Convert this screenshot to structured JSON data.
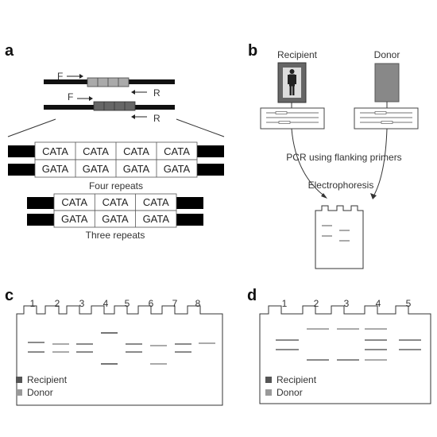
{
  "panel_a": {
    "letter": "a",
    "primer_forward": "F",
    "primer_reverse": "R",
    "top_strand_units": [
      "CATA",
      "CATA",
      "CATA",
      "CATA"
    ],
    "bottom_strand_units": [
      "GATA",
      "GATA",
      "GATA",
      "GATA"
    ],
    "four_label": "Four repeats",
    "three_top_units": [
      "CATA",
      "CATA",
      "CATA"
    ],
    "three_bottom_units": [
      "GATA",
      "GATA",
      "GATA"
    ],
    "three_label": "Three repeats"
  },
  "panel_b": {
    "letter": "b",
    "recipient_label": "Recipient",
    "donor_label": "Donor",
    "step1": "PCR using flanking primers",
    "step2": "Electrophoresis"
  },
  "panel_c": {
    "letter": "c",
    "lanes": [
      "1",
      "2",
      "3",
      "4",
      "5",
      "6",
      "7",
      "8"
    ],
    "legend_recipient": "Recipient",
    "legend_donor": "Donor"
  },
  "panel_d": {
    "letter": "d",
    "lanes": [
      "1",
      "2",
      "3",
      "4",
      "5"
    ],
    "legend_recipient": "Recipient",
    "legend_donor": "Donor"
  },
  "colors": {
    "recipient": "#555555",
    "donor": "#999999",
    "line": "#222222"
  }
}
